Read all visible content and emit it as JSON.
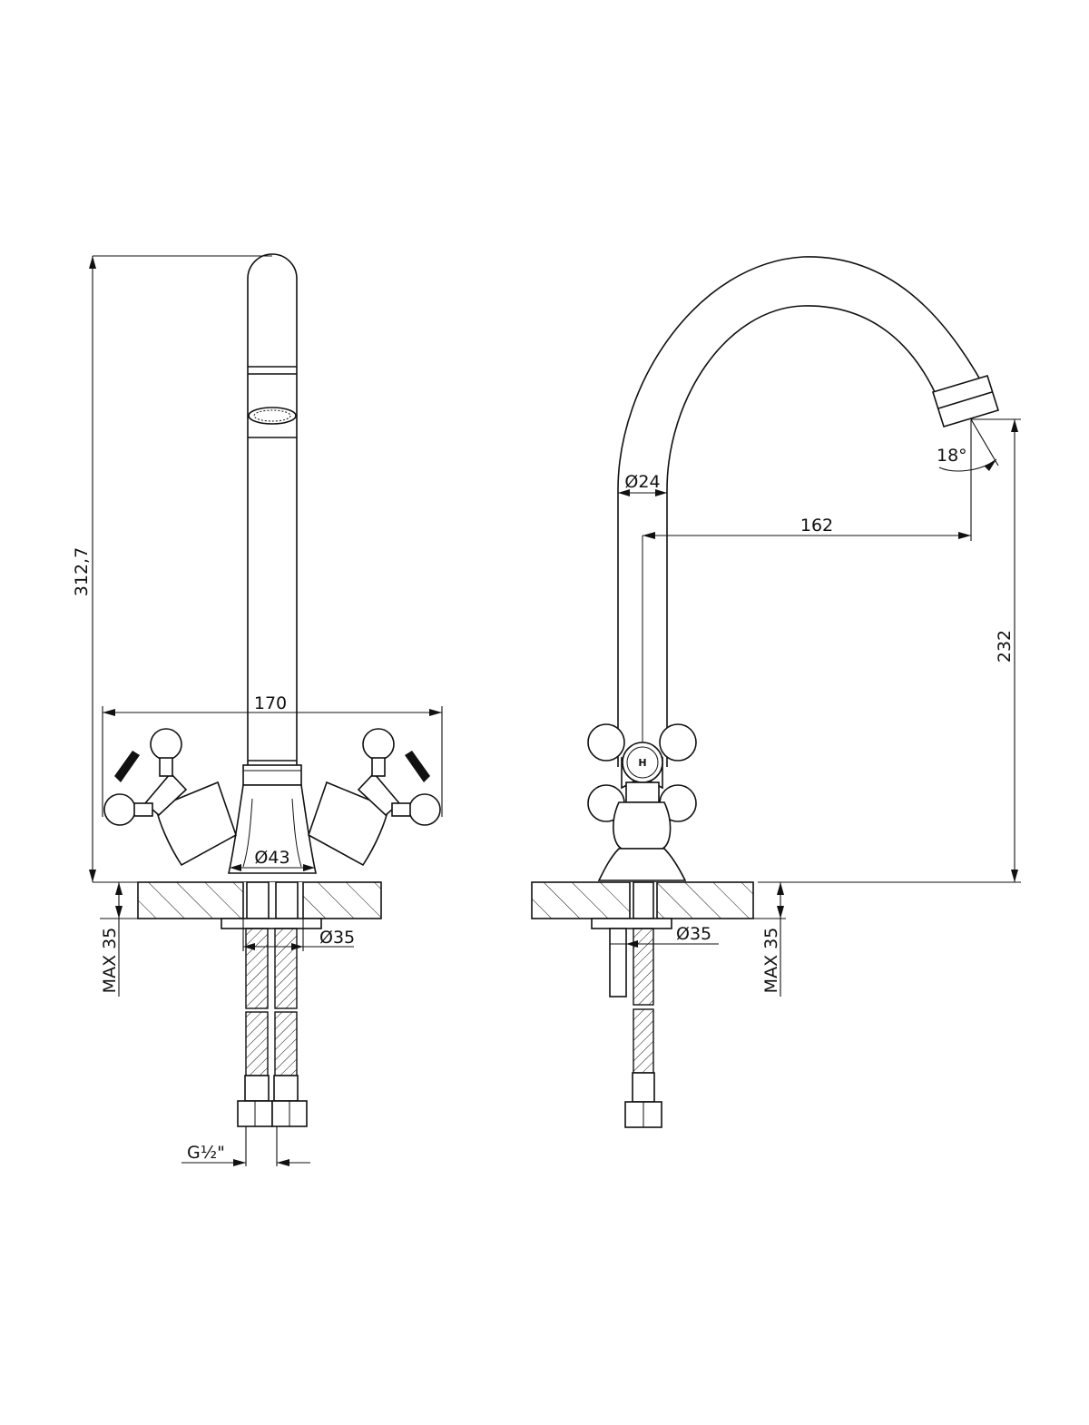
{
  "dimensions": {
    "total_height": "312,7",
    "handle_span": "170",
    "base_diameter": "Ø43",
    "hole_diameter_front": "Ø35",
    "hole_diameter_side": "Ø35",
    "max_thickness_front": "MAX 35",
    "max_thickness_side": "MAX 35",
    "thread": "G½\"",
    "spout_diameter": "Ø24",
    "spout_reach": "162",
    "spout_height": "232",
    "spout_angle": "18°"
  },
  "handle_mark": "H"
}
